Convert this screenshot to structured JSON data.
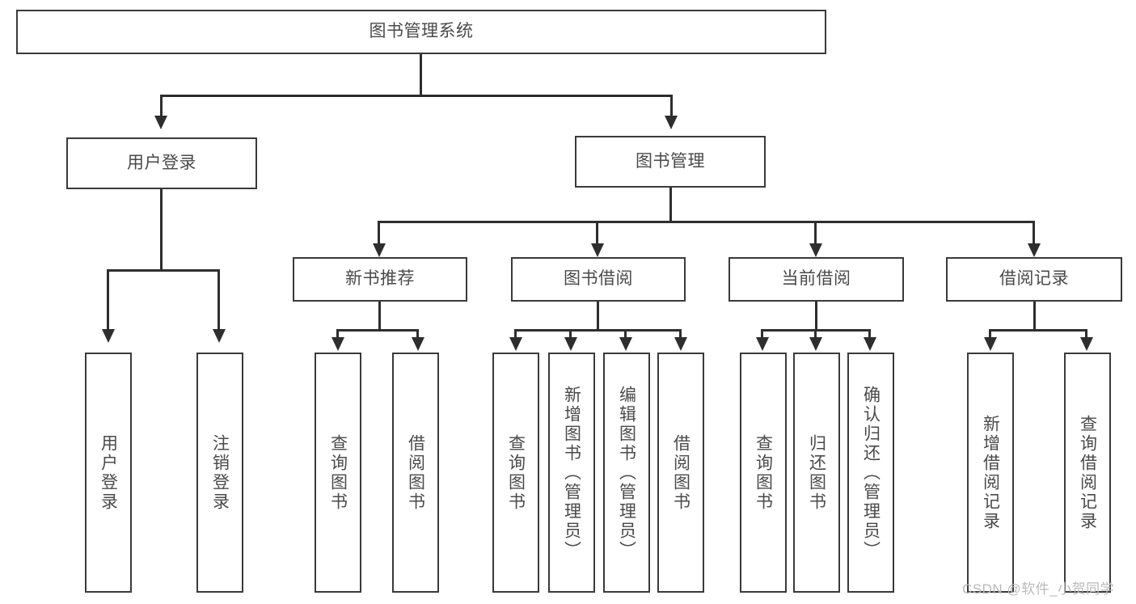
{
  "diagram": {
    "title": "图书管理系统",
    "root": {
      "label": "图书管理系统"
    },
    "level2": [
      {
        "label": "用户登录"
      },
      {
        "label": "图书管理"
      }
    ],
    "level3": [
      {
        "label": "新书推荐"
      },
      {
        "label": "图书借阅"
      },
      {
        "label": "当前借阅"
      },
      {
        "label": "借阅记录"
      }
    ],
    "leaves": {
      "user_login": [
        {
          "label": "用户登录"
        },
        {
          "label": "注销登录"
        }
      ],
      "new_book_recommend": [
        {
          "label": "查询图书"
        },
        {
          "label": "借阅图书"
        }
      ],
      "book_borrow": [
        {
          "label": "查询图书"
        },
        {
          "label": "新增图书（管理员）"
        },
        {
          "label": "编辑图书（管理员）"
        },
        {
          "label": "借阅图书"
        }
      ],
      "current_borrow": [
        {
          "label": "查询图书"
        },
        {
          "label": "归还图书"
        },
        {
          "label": "确认归还（管理员）"
        }
      ],
      "borrow_record": [
        {
          "label": "新增借阅记录"
        },
        {
          "label": "查询借阅记录"
        }
      ]
    }
  },
  "watermark": {
    "text": "CSDN @软件_小贺同学"
  },
  "colors": {
    "box_border": "#3a3a3a",
    "connector": "#2e2e2e",
    "text": "#4a4a4a",
    "background": "#ffffff",
    "watermark": "#b9b9b9"
  }
}
